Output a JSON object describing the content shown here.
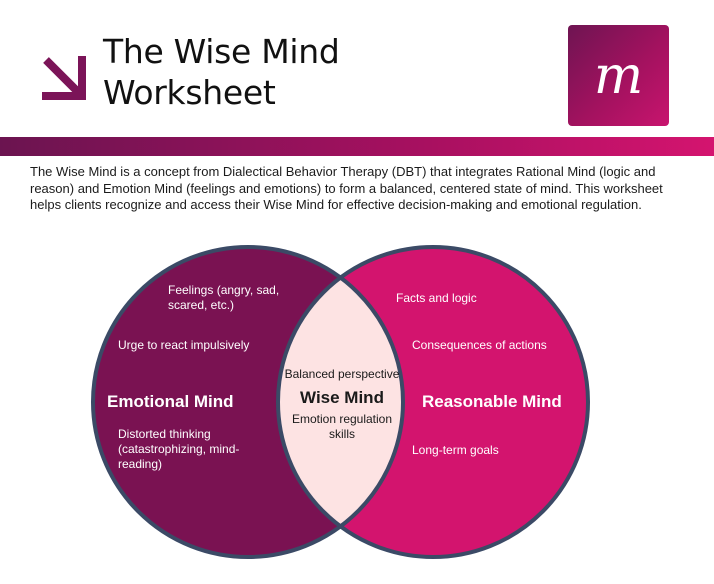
{
  "header": {
    "title_line1": "The Wise Mind",
    "title_line2": "Worksheet",
    "logo_letter": "m"
  },
  "intro": "The Wise Mind is a concept from Dialectical Behavior Therapy (DBT) that integrates Rational Mind (logic and reason) and Emotion Mind (feelings and emotions) to form a balanced, centered state of mind. This worksheet helps clients recognize and access their Wise Mind for effective decision-making and emotional regulation.",
  "venn": {
    "left": {
      "heading": "Emotional Mind",
      "items": [
        "Feelings (angry, sad, scared, etc.)",
        "Urge to react impulsively",
        "Distorted thinking (catastrophizing, mind-reading)"
      ]
    },
    "center": {
      "heading": "Wise Mind",
      "items": [
        "Balanced perspective",
        "Emotion regulation skills"
      ]
    },
    "right": {
      "heading": "Reasonable Mind",
      "items": [
        "Facts and logic",
        "Consequences of actions",
        "Long-term goals"
      ]
    }
  },
  "colors": {
    "emotional_fill": "#7a1252",
    "reasonable_fill": "#d3146e",
    "wise_fill": "#fde3e3",
    "outline": "#3b4a66",
    "accent": "#7b1458"
  }
}
